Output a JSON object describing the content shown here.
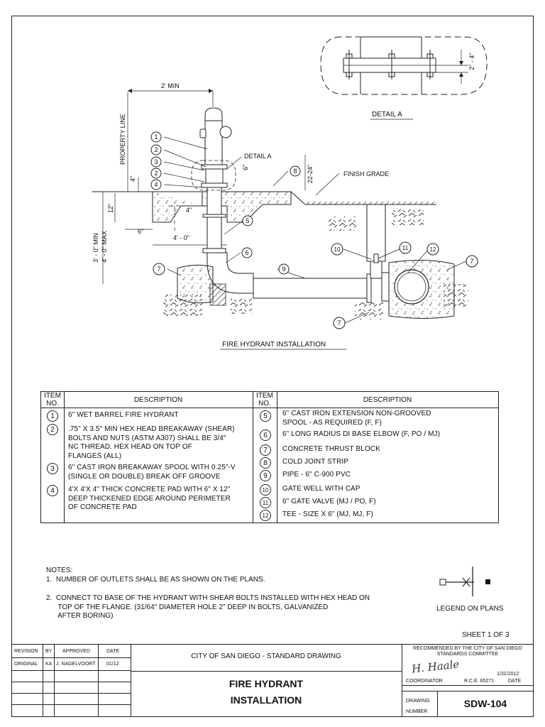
{
  "drawing": {
    "dimensions": {
      "two_min": "2' MIN",
      "four_in": "4\"",
      "six_in_detail": "6\"",
      "twelve_in": "12\"",
      "four_in_pad": "4\"",
      "six_in_pad": "6\"",
      "four_ft": "4' - 0\"",
      "depth": "3' - 0\" MIN",
      "depth2": "4' - 0\" MAX",
      "height": "22-24\"",
      "detail_dim": "2\" - 4\""
    },
    "labels": {
      "property_line": "PROPERTY LINE",
      "detail_a_ref": "DETAIL A",
      "finish_grade": "FINISH GRADE",
      "detail_a_title": "DETAIL A",
      "main_title": "FIRE HYDRANT INSTALLATION"
    },
    "callouts": [
      "1",
      "2",
      "3",
      "2",
      "4",
      "8",
      "5",
      "6",
      "7",
      "9",
      "10",
      "11",
      "12",
      "7",
      "7"
    ]
  },
  "table": {
    "header_item": "ITEM\nNO.",
    "header_desc": "DESCRIPTION",
    "left": [
      {
        "no": "1",
        "text": "6\" WET BARREL FIRE HYDRANT"
      },
      {
        "no": "2",
        "text": ".75\" X 3.5\" MIN HEX HEAD BREAKAWAY (SHEAR)\nBOLTS AND NUTS (ASTM A307) SHALL BE 3/4\"\nNC THREAD. HEX HEAD ON TOP OF\nFLANGES (ALL)"
      },
      {
        "no": "3",
        "text": "6\" CAST IRON BREAKAWAY SPOOL WITH 0.25\"-V\n(SINGLE OR DOUBLE) BREAK OFF GROOVE"
      },
      {
        "no": "4",
        "text": "4'X 4'X 4\" THICK CONCRETE PAD WITH 6\" X 12\"\nDEEP THICKENED EDGE AROUND PERIMETER\nOF CONCRETE PAD"
      }
    ],
    "right": [
      {
        "no": "5",
        "text": "6\" CAST IRON EXTENSION NON-GROOVED\nSPOOL - AS REQUIRED (F, F)"
      },
      {
        "no": "6",
        "text": "6\" LONG RADIUS DI BASE ELBOW (F, PO / MJ)"
      },
      {
        "no": "7",
        "text": "CONCRETE THRUST BLOCK"
      },
      {
        "no": "8",
        "text": "COLD JOINT STRIP"
      },
      {
        "no": "9",
        "text": "PIPE - 6\" C-900 PVC"
      },
      {
        "no": "10",
        "text": "GATE WELL WITH CAP"
      },
      {
        "no": "11",
        "text": "6\" GATE VALVE (MJ / PO, F)"
      },
      {
        "no": "12",
        "text": "TEE - SIZE X 6\" (MJ, MJ, F)"
      }
    ]
  },
  "notes": {
    "heading": "NOTES:",
    "items": [
      "1.  NUMBER OF OUTLETS SHALL BE AS SHOWN ON THE PLANS.",
      "2.  CONNECT TO BASE OF THE HYDRANT WITH SHEAR BOLTS INSTALLED WITH HEX HEAD ON\n      TOP OF THE FLANGE. (31/64\" DIAMETER HOLE 2\" DEEP IN BOLTS, GALVANIZED\n      AFTER BORING)"
    ],
    "legend_label": "LEGEND ON PLANS"
  },
  "sheet": "SHEET 1 OF 3",
  "title_block": {
    "rev_headers": [
      "REVISION",
      "BY",
      "APPROVED",
      "DATE"
    ],
    "original_row": [
      "ORIGINAL",
      "KA",
      "J. NAGELVOORT",
      "01/12"
    ],
    "org": "CITY OF SAN DIEGO  -  STANDARD DRAWING",
    "title_line1": "FIRE HYDRANT",
    "title_line2": "INSTALLATION",
    "recommended": "RECOMMENDED BY THE CITY OF SAN DIEGO\nSTANDARDS COMMITTEE",
    "signature": "H. Haale",
    "sig_date": "1/31/2012",
    "coordinator": "COORDINATOR",
    "rce": "R.C.E. 65271",
    "date_label": "DATE",
    "drawing_label": "DRAWING\nNUMBER",
    "drawing_number": "SDW-104"
  }
}
